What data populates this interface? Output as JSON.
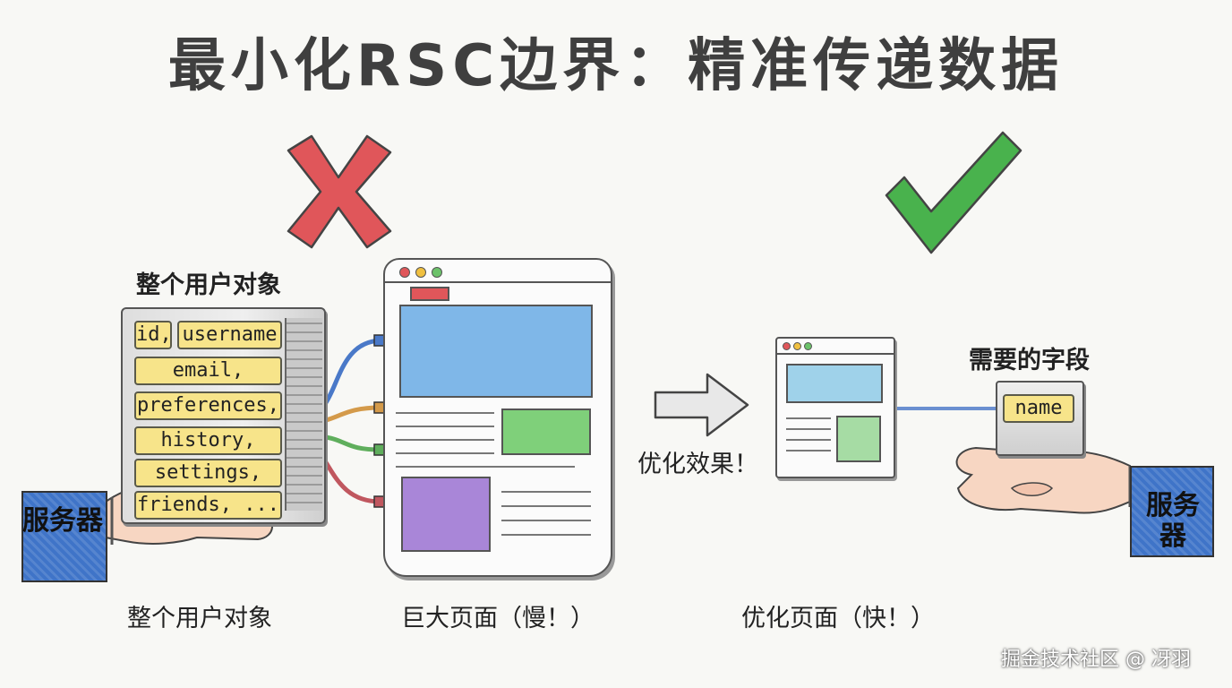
{
  "title": "最小化RSC边界：精准传递数据",
  "left_panel": {
    "top_label": "整个用户对象",
    "bottom_label": "整个用户对象",
    "fields": [
      "id,",
      "username",
      "email,",
      "preferences,",
      "history,",
      "settings,",
      "friends, ..."
    ],
    "server_label": "服务器",
    "verdict_icon": "red-cross-icon"
  },
  "middle": {
    "big_page_label": "巨大页面（慢！）",
    "arrow_label": "优化效果！"
  },
  "right_panel": {
    "page_label": "优化页面（快！）",
    "needed_label": "需要的字段",
    "field": "name",
    "server_label": "服务器",
    "verdict_icon": "green-check-icon"
  },
  "watermark": "掘金技术社区 @ 冴羽",
  "colors": {
    "cross": "#e0565a",
    "check": "#49b24d",
    "field_fill": "#f7e48a",
    "blue_block": "#7fb7e8",
    "green_block": "#7fd07a",
    "purple_block": "#a986d8",
    "sleeve": "#3f74c8"
  }
}
